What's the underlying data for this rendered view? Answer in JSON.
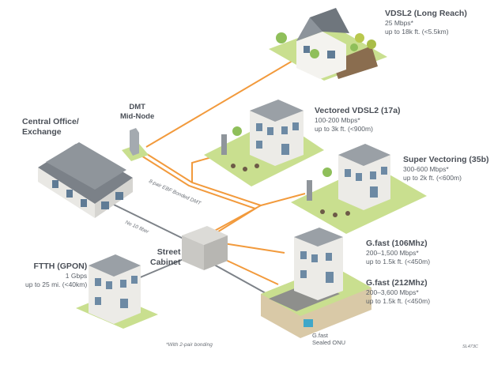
{
  "labels": {
    "central_office": "Central Office/\nExchange",
    "dmt": "DMT\nMid-Node",
    "street_cabinet": "Street\nCabinet",
    "bonded_cable": "8-pair EBF Bonded DMT",
    "fiber_cable": "No 10 fiber",
    "sealed_onu": "G.fast\nSealed ONU",
    "footnote": "*With 2-pair bonding",
    "figure_id": "SL473C"
  },
  "services": {
    "vdsl2_long": {
      "title": "VDSL2 (Long Reach)",
      "speed": "25 Mbps*",
      "range": "up to 18k ft. (<5.5km)"
    },
    "vectored_17a": {
      "title": "Vectored VDSL2 (17a)",
      "speed": "100-200 Mbps*",
      "range": "up to 3k ft. (<900m)"
    },
    "super_vectoring": {
      "title": "Super Vectoring (35b)",
      "speed": "300-600 Mbps*",
      "range": "up to 2k ft. (<600m)"
    },
    "gfast_106": {
      "title": "G.fast (106Mhz)",
      "speed": "200–1,500 Mbps*",
      "range": "up to 1.5k ft. (<450m)"
    },
    "gfast_212": {
      "title": "G.fast (212Mhz)",
      "speed": "200–3,600 Mbps*",
      "range": "up to 1.5k ft. (<450m)"
    },
    "ftth": {
      "title": "FTTH (GPON)",
      "speed": "1 Gbps",
      "range": "up to 25 mi. (<40km)"
    }
  },
  "colors": {
    "orange_cable": "#f29a3c",
    "gray_cable": "#7d8288",
    "grass": "#c9df8f",
    "building": "#ecebe7",
    "roof": "#9aa0a6"
  }
}
